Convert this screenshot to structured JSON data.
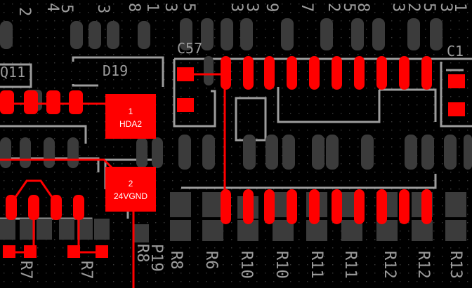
{
  "colors": {
    "background": "#000000",
    "grid_dot": "#3a3a3a",
    "pad_inactive": "#3b3b3b",
    "pad_selected": "#ff0000",
    "trace_selected": "#ff0000",
    "silkscreen": "#9c9c9c",
    "pad_text": "#ffffff"
  },
  "view": {
    "type": "pcb-layout-viewport",
    "highlighted_net": "24VGND"
  },
  "designators": {
    "q11": "Q11",
    "d19": "D19",
    "c57": "C57",
    "c1": "C1",
    "r10": "R10",
    "r11": "R11",
    "r12": "R12",
    "r13": "R13",
    "r6": "R6",
    "r8": "R8",
    "r7": "R7",
    "p19": "P19"
  },
  "pads": {
    "pad1_number": "1",
    "pad1_net": "HDA2",
    "pad2_number": "2",
    "pad2_net": "24VGND"
  }
}
